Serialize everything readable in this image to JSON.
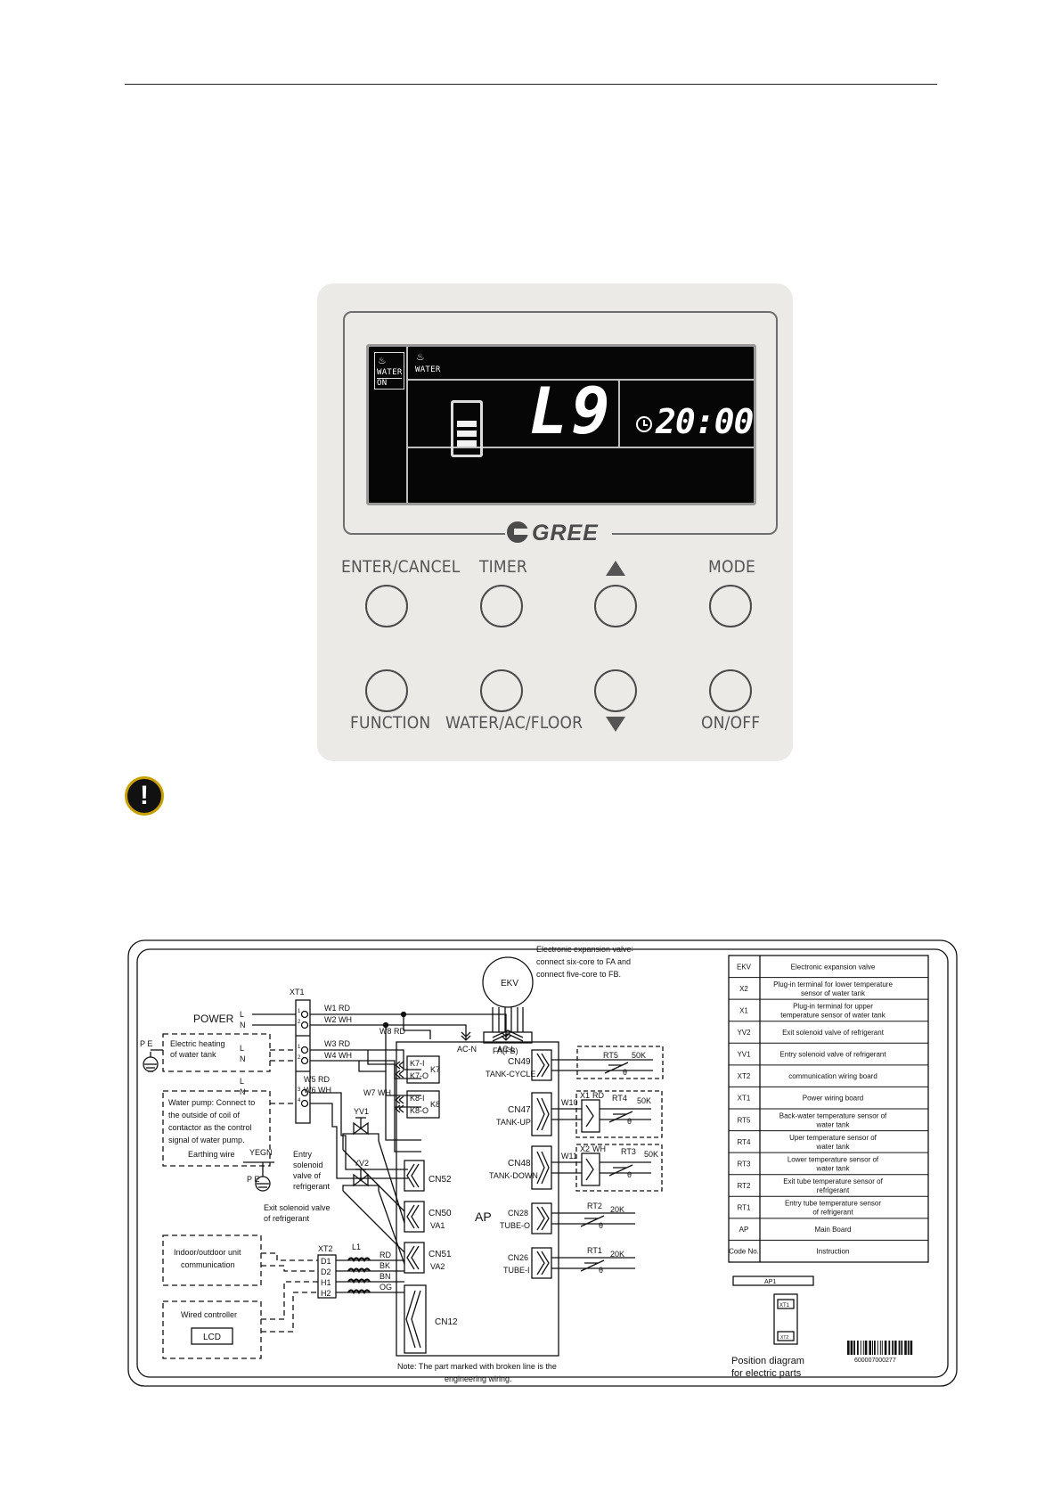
{
  "controller": {
    "lcd": {
      "icon1_label": "WATER",
      "icon1_status": "ON",
      "icon2_label": "WATER",
      "code": "L9",
      "time": "20:00",
      "level_bars": 3
    },
    "brand": "GREE",
    "buttons": {
      "enter_cancel": "ENTER/CANCEL",
      "timer": "TIMER",
      "mode": "MODE",
      "function": "FUNCTION",
      "water_ac_floor": "WATER/AC/FLOOR",
      "on_off": "ON/OFF"
    }
  },
  "wiring": {
    "xt1": "XT1",
    "power": "POWER",
    "pe": "P E",
    "pe2": "P E",
    "l": "L",
    "n": "N",
    "heater_label": [
      "Electric heating",
      "of water tank"
    ],
    "pump_label": [
      "Water  pump:  Connect  to",
      "the  outside  of  coil  of",
      "contactor  as  the  control",
      "signal of water pump."
    ],
    "wires": {
      "w1": "W1 RD",
      "w2": "W2 WH",
      "w3": "W3 RD",
      "w4": "W4 WH",
      "w5": "W5 RD",
      "w6": "W6 WH",
      "w7": "W7 WH",
      "w8": "W8 RD",
      "w10": "W10",
      "w11": "W11"
    },
    "terminals": [
      "1",
      "2",
      "1",
      "2",
      "3",
      "4"
    ],
    "acn": "AC-N",
    "acl": "AC-L",
    "ekv": "EKV",
    "ekv_note": [
      "Electronic expansion valve∶",
      "connect  six-core  to  FA  and",
      "connect five-core to FB."
    ],
    "fafb": "FA(FB)",
    "relays": [
      "K7-I",
      "K7-O",
      "K7",
      "K8-I",
      "K8-O",
      "K8"
    ],
    "connectors": {
      "cn52": "CN52",
      "cn50": "CN50",
      "va1": "VA1",
      "cn51": "CN51",
      "va2": "VA2",
      "cn12": "CN12",
      "ap": "AP",
      "cn49": "CN49",
      "tank_cycle": "TANK-CYCLE",
      "cn47": "CN47",
      "tank_up": "TANK-UP",
      "cn48": "CN48",
      "tank_down": "TANK-DOWN",
      "cn28": "CN28",
      "tube_o": "TUBE-O",
      "cn26": "CN26",
      "tube_i": "TUBE-I"
    },
    "earthing": "Earthing wire",
    "yegn": "YEGN",
    "yv1": "YV1",
    "yv2": "YV2",
    "entry_valve": [
      "Entry",
      "solenoid",
      "valve      of",
      "refrigerant"
    ],
    "exit_valve": [
      "Exit solenoid valve",
      "of refrigerant"
    ],
    "comm": [
      "Indoor/outdoor unit",
      "communication"
    ],
    "wired_ctrl": "Wired controller",
    "lcd": "LCD",
    "xt2": "XT2",
    "l1": "L1",
    "xt2_pins": [
      "D1",
      "D2",
      "H1",
      "H2"
    ],
    "xt2_colors": [
      "RD",
      "BK",
      "BN",
      "OG"
    ],
    "sensors": {
      "rt5": "RT5",
      "rt5_val": "50K",
      "x1": "X1",
      "x1_col": "RD",
      "rt4": "RT4",
      "rt4_val": "50K",
      "x2": "X2",
      "x2_col": "WH",
      "rt3": "RT3",
      "rt3_val": "50K",
      "rt2": "RT2",
      "rt2_val": "20K",
      "rt1": "RT1",
      "rt1_val": "20K",
      "theta": "θ"
    },
    "note": [
      "Note: The part marked with broken line is the",
      "engineering wiring."
    ],
    "legend": [
      {
        "code": "EKV",
        "desc": [
          "Electronic expansion valve"
        ]
      },
      {
        "code": "X2",
        "desc": [
          "Plug-in terminal for lower temperature",
          "sensor of water tank"
        ]
      },
      {
        "code": "X1",
        "desc": [
          "Plug-in terminal for upper",
          "temperature sensor of water tank"
        ]
      },
      {
        "code": "YV2",
        "desc": [
          "Exit solenoid valve of refrigerant"
        ]
      },
      {
        "code": "YV1",
        "desc": [
          "Entry solenoid valve of refrigerant"
        ]
      },
      {
        "code": "XT2",
        "desc": [
          "communication wiring board"
        ]
      },
      {
        "code": "XT1",
        "desc": [
          "Power wiring board"
        ]
      },
      {
        "code": "RT5",
        "desc": [
          "Back-water temperature sensor of",
          "water tank"
        ]
      },
      {
        "code": "RT4",
        "desc": [
          "Uper temperature sensor of",
          "water tank"
        ]
      },
      {
        "code": "RT3",
        "desc": [
          "Lower temperature sensor of",
          "water tank"
        ]
      },
      {
        "code": "RT2",
        "desc": [
          "Exit tube temperature sensor of",
          "refrigerant"
        ]
      },
      {
        "code": "RT1",
        "desc": [
          "Entry tube temperature sensor",
          "of refrigerant"
        ]
      },
      {
        "code": "AP",
        "desc": [
          "Main Board"
        ]
      },
      {
        "code": "Code No.",
        "desc": [
          "Instruction"
        ]
      }
    ],
    "position": {
      "ap1": "AP1",
      "xt1": "XT1",
      "xt2": "XT2",
      "caption": [
        "Position diagram",
        "for electric parts"
      ]
    },
    "barcode": "600007000277"
  }
}
